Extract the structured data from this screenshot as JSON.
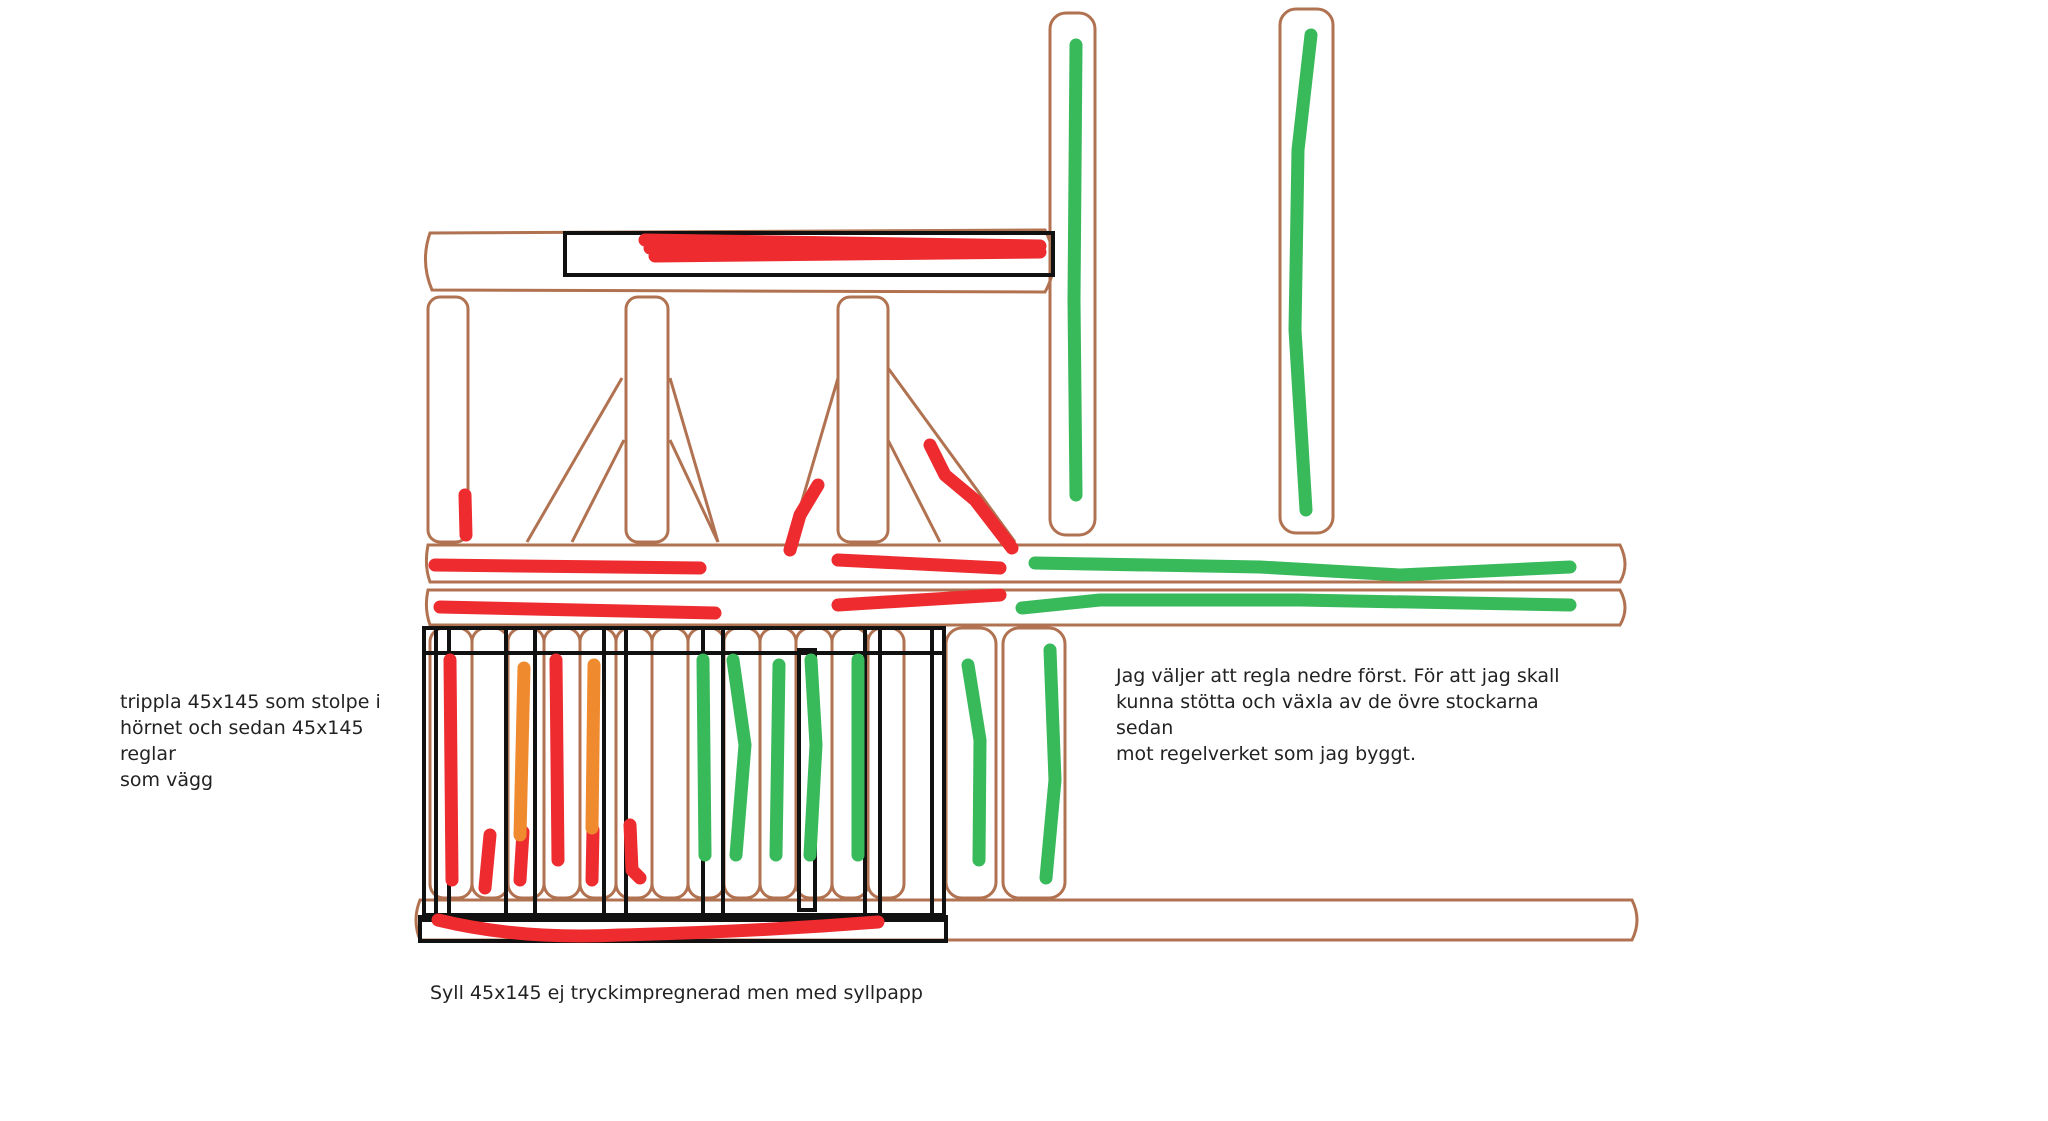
{
  "annotations": {
    "corner_note": "trippla 45x145 som stolpe i\nhörnet och sedan 45x145 reglar\nsom vägg",
    "plan_note": "Jag väljer att regla nedre först. För att jag skall\nkunna stötta och växla av de övre stockarna sedan\nmot regelverket som jag byggt.",
    "sill_note": "Syll 45x145 ej tryckimpregnerad men med syllpapp"
  },
  "colors": {
    "log_outline": "#b07250",
    "frame_box": "#111111",
    "mark_red": "#ee2b2f",
    "mark_green": "#38b95a",
    "mark_orange": "#f08a2e"
  }
}
